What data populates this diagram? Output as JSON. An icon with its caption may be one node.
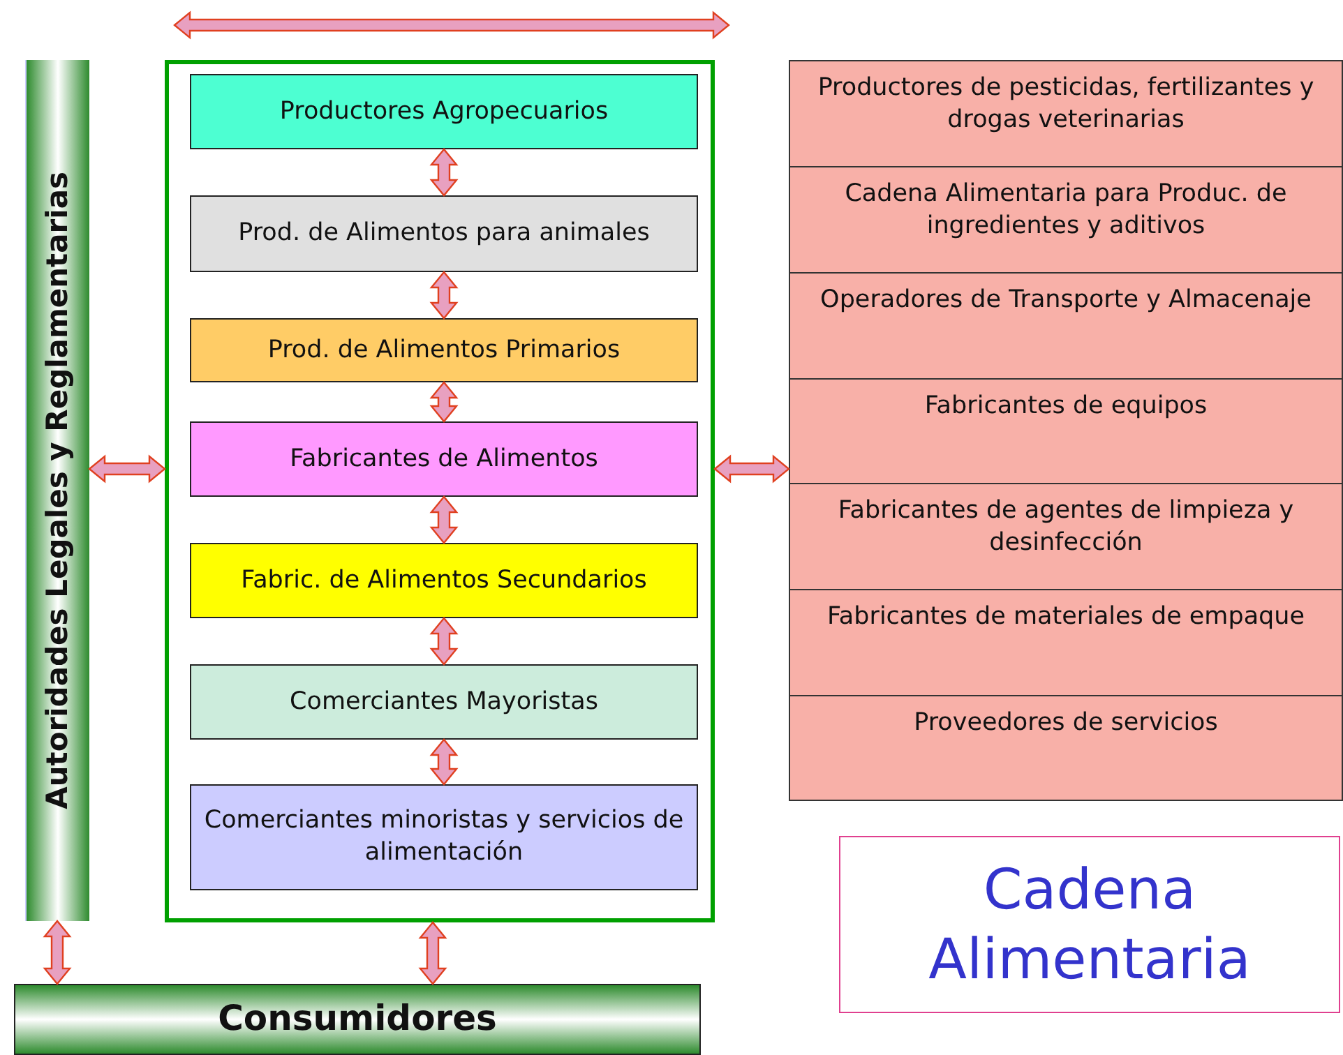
{
  "diagram": {
    "nodes": [
      {
        "text": [
          "Autoridades Legales y Reglamentarias"
        ]
      },
      {
        "text": [],
        "shape": "box"
      },
      {
        "text": [
          "Productores Agropecuarios"
        ],
        "in": 1
      },
      {
        "text": [
          "Prod. de Alimentos para animales"
        ],
        "in": 1
      },
      {
        "text": [
          "Prod. de Alimentos Primarios"
        ],
        "in": 1
      },
      {
        "text": [
          "Fabricantes de Alimentos"
        ],
        "in": 1
      },
      {
        "text": [
          "Fabric. de Alimentos Secundarios"
        ],
        "in": 1
      },
      {
        "text": [
          "Comerciantes Mayoristas"
        ],
        "in": 1
      },
      {
        "text": [
          "Comerciantes minoristas y servicios de alimentación"
        ],
        "in": 1
      },
      {
        "text": [],
        "shape": "box"
      },
      {
        "text": [
          "Productores de pesticidas, fertilizantes y drogas veterinarias"
        ],
        "in": 9
      },
      {
        "text": [
          "Cadena Alimentaria para Produc. de ingredientes y aditivos"
        ],
        "in": 9
      },
      {
        "text": [
          "Operadores de Transporte y Almacenaje"
        ],
        "in": 9
      },
      {
        "text": [
          "Fabricantes de equipos"
        ],
        "in": 9
      },
      {
        "text": [
          "Fabricantes de agentes de limpieza y desinfección"
        ],
        "in": 9
      },
      {
        "text": [
          "Fabricantes de materiales de empaque"
        ],
        "in": 9
      },
      {
        "text": [
          "Proveedores de servicios"
        ],
        "in": 9
      },
      {
        "text": [
          "Consumidores"
        ]
      },
      {
        "text": [
          "Cadena Alimentaria"
        ]
      }
    ],
    "edges": [
      {
        "from": 2,
        "to": 3,
        "arrow": "both"
      },
      {
        "from": 3,
        "to": 4,
        "arrow": "both"
      },
      {
        "from": 4,
        "to": 5,
        "arrow": "both"
      },
      {
        "from": 5,
        "to": 6,
        "arrow": "both"
      },
      {
        "from": 6,
        "to": 7,
        "arrow": "both"
      },
      {
        "from": 7,
        "to": 8,
        "arrow": "both"
      },
      {
        "from": 0,
        "to": 1,
        "arrow": "both"
      },
      {
        "from": 1,
        "to": 9,
        "arrow": "both"
      },
      {
        "from": 0,
        "to": 17,
        "arrow": "both"
      },
      {
        "from": 1,
        "to": 17,
        "arrow": "both"
      }
    ]
  }
}
